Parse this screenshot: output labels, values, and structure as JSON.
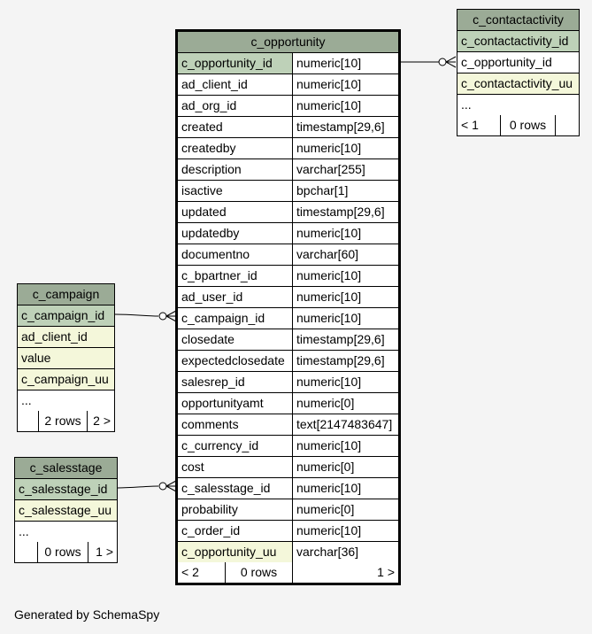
{
  "main_table": {
    "name": "c_opportunity",
    "columns": [
      {
        "name": "c_opportunity_id",
        "type": "numeric[10]",
        "key": "pk"
      },
      {
        "name": "ad_client_id",
        "type": "numeric[10]",
        "key": ""
      },
      {
        "name": "ad_org_id",
        "type": "numeric[10]",
        "key": ""
      },
      {
        "name": "created",
        "type": "timestamp[29,6]",
        "key": ""
      },
      {
        "name": "createdby",
        "type": "numeric[10]",
        "key": ""
      },
      {
        "name": "description",
        "type": "varchar[255]",
        "key": ""
      },
      {
        "name": "isactive",
        "type": "bpchar[1]",
        "key": ""
      },
      {
        "name": "updated",
        "type": "timestamp[29,6]",
        "key": ""
      },
      {
        "name": "updatedby",
        "type": "numeric[10]",
        "key": ""
      },
      {
        "name": "documentno",
        "type": "varchar[60]",
        "key": ""
      },
      {
        "name": "c_bpartner_id",
        "type": "numeric[10]",
        "key": ""
      },
      {
        "name": "ad_user_id",
        "type": "numeric[10]",
        "key": ""
      },
      {
        "name": "c_campaign_id",
        "type": "numeric[10]",
        "key": ""
      },
      {
        "name": "closedate",
        "type": "timestamp[29,6]",
        "key": ""
      },
      {
        "name": "expectedclosedate",
        "type": "timestamp[29,6]",
        "key": ""
      },
      {
        "name": "salesrep_id",
        "type": "numeric[10]",
        "key": ""
      },
      {
        "name": "opportunityamt",
        "type": "numeric[0]",
        "key": ""
      },
      {
        "name": "comments",
        "type": "text[2147483647]",
        "key": ""
      },
      {
        "name": "c_currency_id",
        "type": "numeric[10]",
        "key": ""
      },
      {
        "name": "cost",
        "type": "numeric[0]",
        "key": ""
      },
      {
        "name": "c_salesstage_id",
        "type": "numeric[10]",
        "key": ""
      },
      {
        "name": "probability",
        "type": "numeric[0]",
        "key": ""
      },
      {
        "name": "c_order_id",
        "type": "numeric[10]",
        "key": ""
      },
      {
        "name": "c_opportunity_uu",
        "type": "varchar[36]",
        "key": "ak"
      }
    ],
    "footer": {
      "parents": "< 2",
      "rows": "0 rows",
      "children": "1 >"
    }
  },
  "c_contactactivity": {
    "name": "c_contactactivity",
    "columns": [
      {
        "name": "c_contactactivity_id",
        "key": "pk"
      },
      {
        "name": "c_opportunity_id",
        "key": ""
      },
      {
        "name": "c_contactactivity_uu",
        "key": "ak"
      },
      {
        "name": "...",
        "key": ""
      }
    ],
    "footer": {
      "parents": "< 1",
      "rows": "0 rows",
      "children": ""
    }
  },
  "c_campaign": {
    "name": "c_campaign",
    "columns": [
      {
        "name": "c_campaign_id",
        "key": "pk"
      },
      {
        "name": "ad_client_id",
        "key": "ak"
      },
      {
        "name": "value",
        "key": "ak"
      },
      {
        "name": "c_campaign_uu",
        "key": "ak"
      },
      {
        "name": "...",
        "key": ""
      }
    ],
    "footer": {
      "parents": "",
      "rows": "2 rows",
      "children": "2 >"
    }
  },
  "c_salesstage": {
    "name": "c_salesstage",
    "columns": [
      {
        "name": "c_salesstage_id",
        "key": "pk"
      },
      {
        "name": "c_salesstage_uu",
        "key": "ak"
      },
      {
        "name": "...",
        "key": ""
      }
    ],
    "footer": {
      "parents": "",
      "rows": "0 rows",
      "children": "1 >"
    }
  },
  "colors": {
    "title_bg": "#9bab96",
    "pk_bg": "#bed1b8",
    "ak_bg": "#f4f7da",
    "background": "#f4f4f4"
  },
  "footer_text": "Generated by SchemaSpy"
}
